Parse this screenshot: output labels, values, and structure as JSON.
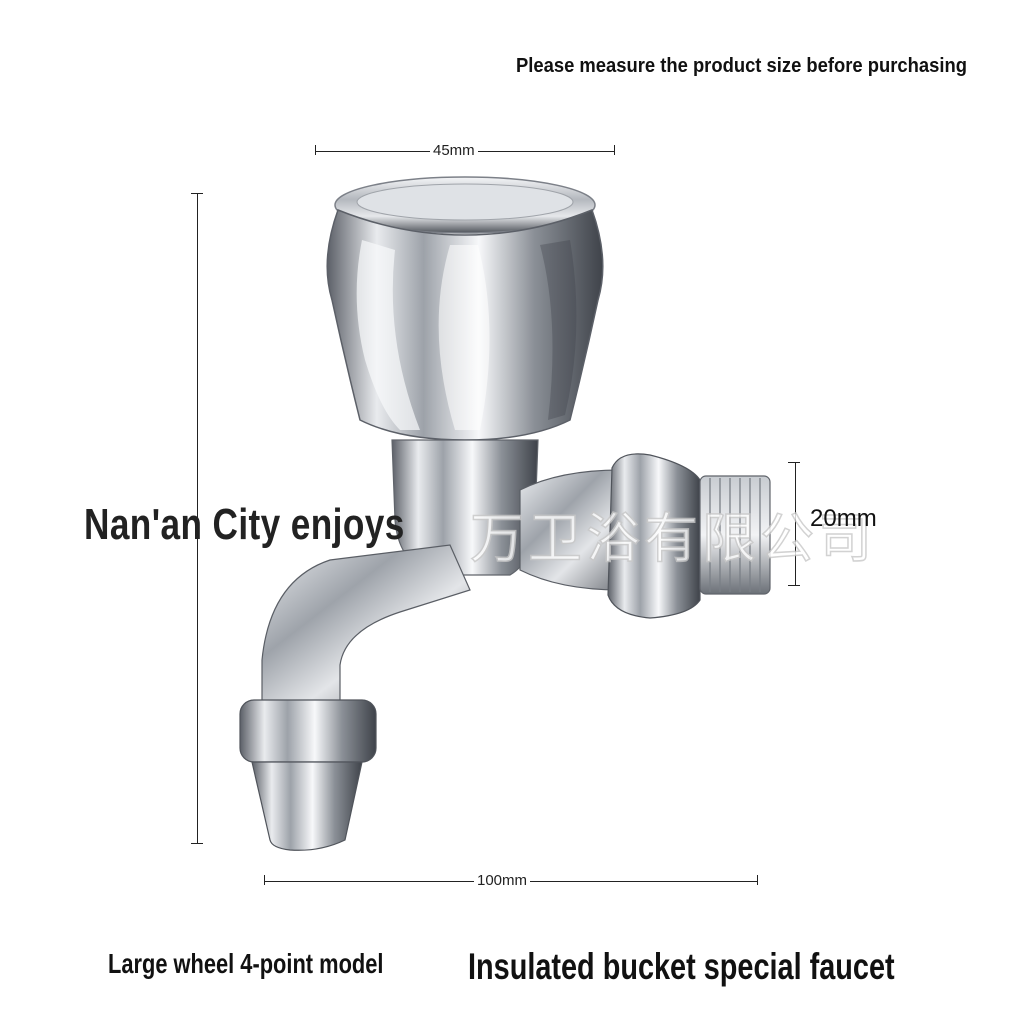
{
  "header": {
    "notice": "Please measure the product size before purchasing"
  },
  "dimensions": {
    "handle_width": "45mm",
    "thread_diameter": "20mm",
    "total_length": "100mm"
  },
  "overlay": {
    "text": "Nan'an City enjoys",
    "watermark": "万卫浴有限公司"
  },
  "captions": {
    "model": "Large wheel 4-point model",
    "product": "Insulated bucket special faucet"
  },
  "colors": {
    "chrome_light": "#f4f5f7",
    "chrome_mid": "#b8bcc2",
    "chrome_dark": "#4a4e55",
    "dim_line": "#222222"
  },
  "icons": {
    "product": "faucet-image"
  }
}
